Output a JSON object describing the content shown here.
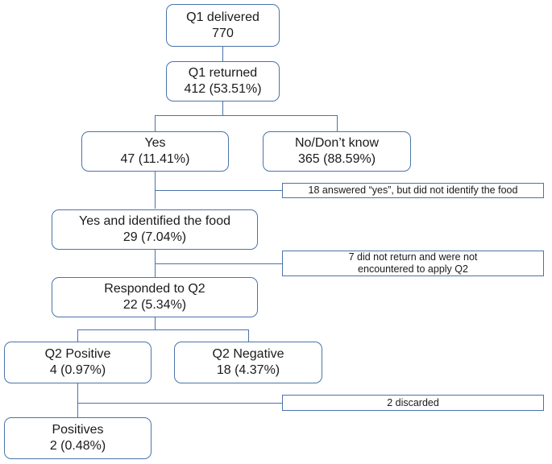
{
  "flowchart": {
    "q1_delivered": {
      "label": "Q1 delivered",
      "value": "770"
    },
    "q1_returned": {
      "label": "Q1 returned",
      "value": "412 (53.51%)"
    },
    "yes": {
      "label": "Yes",
      "value": "47 (11.41%)"
    },
    "no_dont_know": {
      "label": "No/Don’t know",
      "value": "365 (88.59%)"
    },
    "note_unidentified": "18 answered “yes”, but did not identify the food",
    "yes_identified": {
      "label": "Yes and identified the food",
      "value": "29 (7.04%)"
    },
    "note_not_returned": {
      "line1": "7 did not return and were not",
      "line2": "encountered to apply Q2"
    },
    "responded_q2": {
      "label": "Responded to Q2",
      "value": "22 (5.34%)"
    },
    "q2_positive": {
      "label": "Q2 Positive",
      "value": "4 (0.97%)"
    },
    "q2_negative": {
      "label": "Q2 Negative",
      "value": "18 (4.37%)"
    },
    "note_discarded": "2 discarded",
    "positives": {
      "label": "Positives",
      "value": "2 (0.48%)"
    }
  }
}
